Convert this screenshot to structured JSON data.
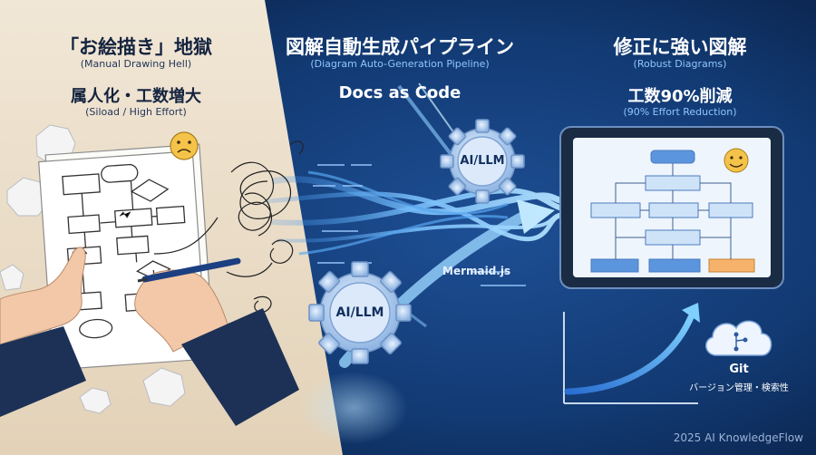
{
  "left_panel": {
    "title": "「お絵描き」地獄",
    "title_en": "(Manual Drawing Hell)",
    "subtitle": "属人化・工数増大",
    "subtitle_en": "(Siload / High Effort)"
  },
  "center_panel": {
    "title": "図解自動生成パイプライン",
    "title_en": "(Diagram Auto-Generation Pipeline)",
    "subtitle": "Docs as Code",
    "gear_top_label": "AI/LLM",
    "gear_bottom_label": "AI/LLM",
    "code_label": "Mermaid.js"
  },
  "right_panel": {
    "title": "修正に強い図解",
    "title_en": "(Robust Diagrams)",
    "subtitle": "工数90%削減",
    "subtitle_en": "(90% Effort Reduction)",
    "git_label": "Git",
    "git_caption": "バージョン管理・検索性"
  },
  "credit": "2025 AI KnowledgeFlow",
  "colors": {
    "left_bg": "#ece0cc",
    "right_bg": "#0d2a57",
    "accent_blue": "#4aa8ff",
    "node_orange": "#f6b26b"
  },
  "icons": [
    "sad-face-icon",
    "happy-face-icon",
    "gear-icon",
    "git-cloud-icon",
    "growth-arrow-icon",
    "crumpled-paper-icon",
    "hand-with-pen-icon"
  ]
}
